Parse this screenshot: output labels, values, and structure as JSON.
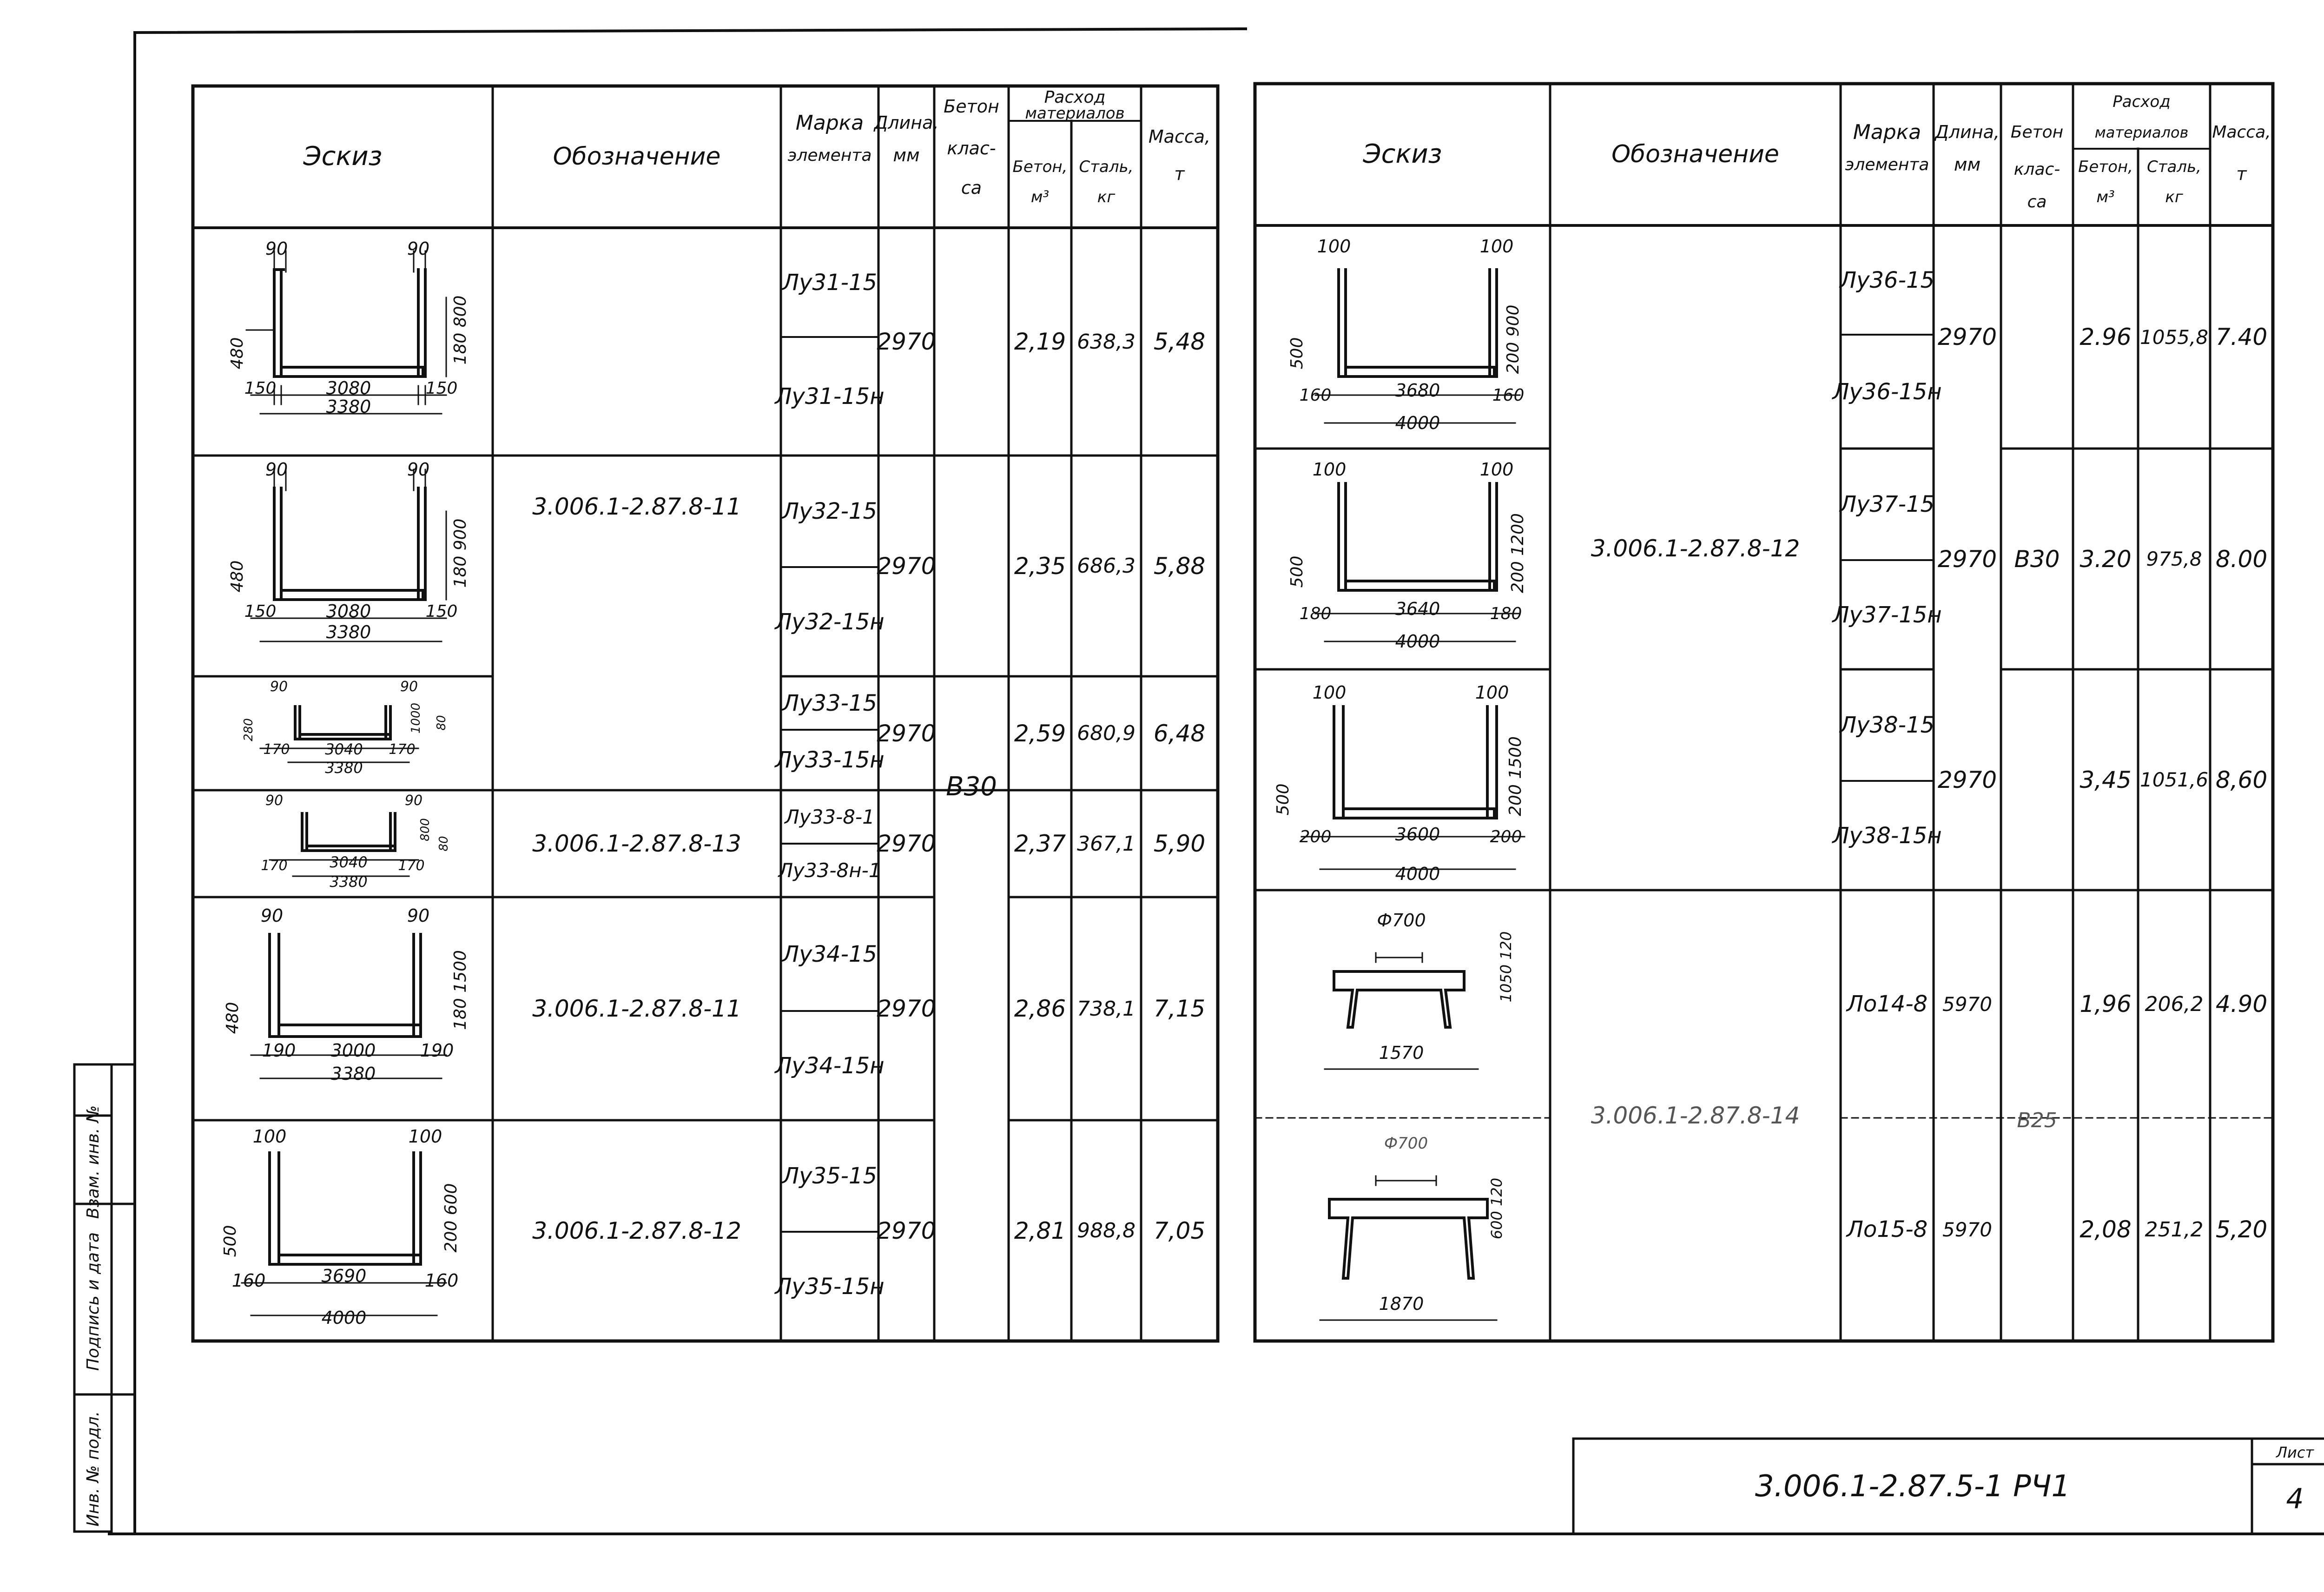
{
  "left_table": {
    "headers": {
      "sketch": "Эскиз",
      "designation": "Обозначение",
      "mark": [
        "Марка",
        "элемента"
      ],
      "length": [
        "Длина,",
        "мм"
      ],
      "concrete_class": [
        "Бетон",
        "клас-",
        "са"
      ],
      "consumption": [
        "Расход",
        "материалов"
      ],
      "concrete": [
        "Бетон,",
        "м³"
      ],
      "steel": [
        "Сталь,",
        "кг"
      ],
      "mass": [
        "Масса,",
        "т"
      ]
    },
    "concrete_class_value": "В30",
    "rows": [
      {
        "marks": [
          "Лу31-15",
          "Лу31-15н"
        ],
        "length": "2970",
        "concrete": "2,19",
        "steel": "638,3",
        "mass": "5,48",
        "sketch": {
          "top_left": "90",
          "top_right": "90",
          "left_h": "480",
          "right_h": "180 800",
          "bottom": [
            "150",
            "3080",
            "150"
          ],
          "total": "3380"
        }
      },
      {
        "marks": [
          "Лу32-15",
          "Лу32-15н"
        ],
        "length": "2970",
        "concrete": "2,35",
        "steel": "686,3",
        "mass": "5,88",
        "sketch": {
          "top_left": "90",
          "top_right": "90",
          "left_h": "480",
          "right_h": "180 900",
          "bottom": [
            "150",
            "3080",
            "150"
          ],
          "total": "3380"
        }
      },
      {
        "marks": [
          "Лу33-15",
          "Лу33-15н"
        ],
        "length": "2970",
        "concrete": "2,59",
        "steel": "680,9",
        "mass": "6,48",
        "sketch": {
          "top_left": "90",
          "top_right": "90",
          "left_h": "280",
          "right_h": "1000",
          "right_h2": "80",
          "bottom": [
            "170",
            "3040",
            "170"
          ],
          "total": "3380"
        }
      },
      {
        "marks": [
          "Лу33-8-1",
          "Лу33-8н-1"
        ],
        "length": "2970",
        "concrete": "2,37",
        "steel": "367,1",
        "mass": "5,90",
        "sketch": {
          "top_left": "90",
          "top_right": "90",
          "right_h": "800",
          "right_h2": "80",
          "bottom": [
            "170",
            "3040",
            "170"
          ],
          "total": "3380"
        }
      },
      {
        "marks": [
          "Лу34-15",
          "Лу34-15н"
        ],
        "length": "2970",
        "concrete": "2,86",
        "steel": "738,1",
        "mass": "7,15",
        "sketch": {
          "top_left": "90",
          "top_right": "90",
          "left_h": "480",
          "right_h": "180 1500",
          "bottom": [
            "190",
            "3000",
            "190"
          ],
          "total": "3380"
        }
      },
      {
        "marks": [
          "Лу35-15",
          "Лу35-15н"
        ],
        "length": "2970",
        "concrete": "2,81",
        "steel": "988,8",
        "mass": "7,05",
        "sketch": {
          "top_left": "100",
          "top_right": "100",
          "left_h": "500",
          "right_h": "200 600",
          "bottom": [
            "160",
            "3690",
            "160"
          ],
          "total": "4000"
        }
      }
    ],
    "designations": [
      "3.006.1-2.87.8-11",
      "3.006.1-2.87.8-13",
      "3.006.1-2.87.8-11",
      "3.006.1-2.87.8-12"
    ]
  },
  "right_table": {
    "headers": {
      "sketch": "Эскиз",
      "designation": "Обозначение",
      "mark": [
        "Марка",
        "элемента"
      ],
      "length": [
        "Длина,",
        "мм"
      ],
      "concrete_class": [
        "Бетон",
        "клас-",
        "са"
      ],
      "consumption": [
        "Расход",
        "материалов"
      ],
      "concrete": [
        "Бетон,",
        "м³"
      ],
      "steel": [
        "Сталь,",
        "кг"
      ],
      "mass": [
        "Масса,",
        "т"
      ]
    },
    "designations": [
      "3.006.1-2.87.8-12",
      "3.006.1-2.87.8-14"
    ],
    "rows": [
      {
        "marks": [
          "Лу36-15",
          "Лу36-15н"
        ],
        "length": "2970",
        "class": "",
        "concrete": "2.96",
        "steel": "1055,8",
        "mass": "7.40",
        "sketch": {
          "top_left": "100",
          "top_right": "100",
          "left_h": "500",
          "right_h": "200 900",
          "bottom": [
            "160",
            "3680",
            "160"
          ],
          "total": "4000"
        }
      },
      {
        "marks": [
          "Лу37-15",
          "Лу37-15н"
        ],
        "length": "2970",
        "class": "В30",
        "concrete": "3.20",
        "steel": "975,8",
        "mass": "8.00",
        "sketch": {
          "top_left": "100",
          "top_right": "100",
          "left_h": "500",
          "right_h": "200 1200",
          "bottom": [
            "180",
            "3640",
            "180"
          ],
          "total": "4000"
        }
      },
      {
        "marks": [
          "Лу38-15",
          "Лу38-15н"
        ],
        "length": "2970",
        "class": "",
        "concrete": "3,45",
        "steel": "1051,6",
        "mass": "8,60",
        "sketch": {
          "top_left": "100",
          "top_right": "100",
          "left_h": "500",
          "right_h": "200 1500",
          "bottom": [
            "200",
            "3600",
            "200"
          ],
          "total": "4000"
        }
      },
      {
        "marks": [
          "Ло14-8"
        ],
        "length": "5970",
        "class": "",
        "concrete": "1,96",
        "steel": "206,2",
        "mass": "4.90",
        "sketch": {
          "top": "Ф700",
          "right_h": "1050 120",
          "width": "1570"
        }
      },
      {
        "marks": [
          "Ло15-8"
        ],
        "length": "5970",
        "class": "",
        "concrete": "2,08",
        "steel": "251,2",
        "mass": "5,20",
        "sketch": {
          "top": "Ф700",
          "right_h": "600 120",
          "width": "1870"
        }
      }
    ],
    "class_b25": "В25"
  },
  "stamp": {
    "document_code": "3.006.1-2.87.5-1 РЧ1",
    "sheet_label": "Лист",
    "sheet_number": "4"
  },
  "side_stamp": {
    "labels": [
      "Инв. № подл.",
      "Подпись и дата",
      "Взам. инв. №"
    ]
  }
}
